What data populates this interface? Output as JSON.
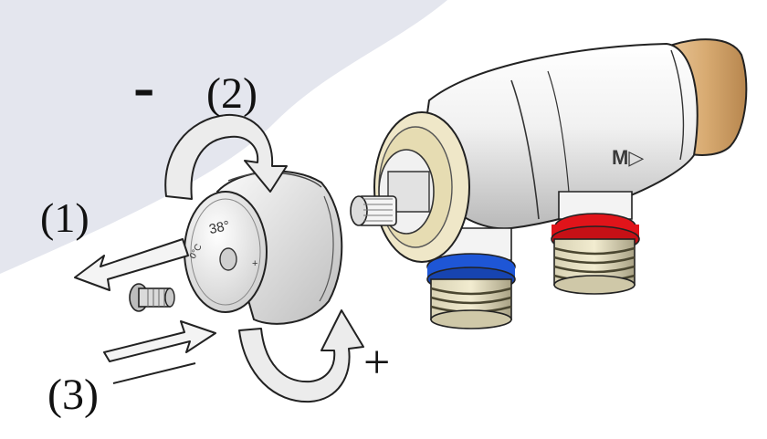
{
  "labels": {
    "step1": "(1)",
    "step2": "(2)",
    "step3": "(3)",
    "minus": "-",
    "plus": "+"
  },
  "dial": {
    "temperature": "38°",
    "marks_left": "0°C",
    "marks_right": "+"
  },
  "valve": {
    "brand_mark": "M▷"
  },
  "colors": {
    "background_band": "#e4e6ee",
    "hot_ring": "#e0141a",
    "cold_ring": "#1e56d6",
    "brass": "#caa06a",
    "arrow_fill": "#e9e9e9",
    "outline": "#222222"
  },
  "icons": [
    "pull-out-arrow-icon",
    "rotate-minus-arrow-icon",
    "rotate-plus-arrow-icon",
    "push-in-arrow-icon",
    "screw-icon"
  ]
}
